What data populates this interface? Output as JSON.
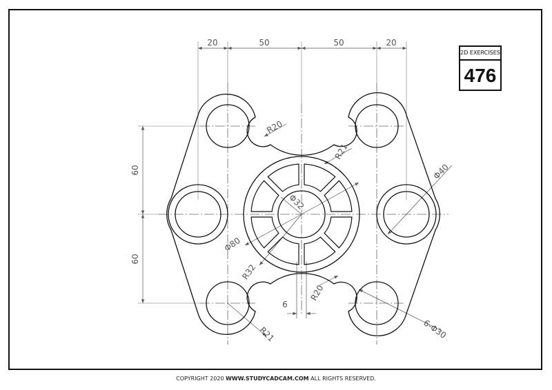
{
  "title_block": {
    "label": "2D EXERCISES",
    "number": "476"
  },
  "dimensions": {
    "horizontal": [
      "20",
      "50",
      "50",
      "20"
    ],
    "vertical_upper": "60",
    "vertical_lower": "60",
    "fillet_top": "R20",
    "arc_upper_right": "R21",
    "ring_diameter": "Φ80",
    "inner_diameter": "Φ32",
    "side_diameter": "Φ40",
    "ring_radius": "R32",
    "fillet_bottom": "R20",
    "slot_width": "6",
    "arc_lower_left": "R21",
    "hole_spec": "6-Φ30"
  },
  "footer": {
    "prefix": "COPYRIGHT   2020 ",
    "site": "WWW.STUDYCADCAM.COM",
    "suffix": " ALL RIGHTS RESERVED."
  }
}
